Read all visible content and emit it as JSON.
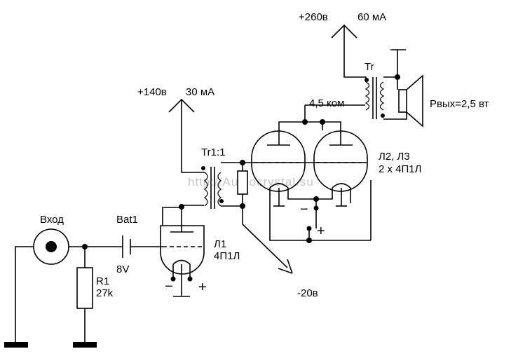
{
  "labels": {
    "supply_260": "+260в",
    "current_60": "60 мА",
    "supply_140": "+140в",
    "current_30": "30 мА",
    "tr_out": "Tr",
    "impedance": "4,5 ком",
    "power_out": "Рвых=2,5 вт",
    "tr_in": "Tr1:1",
    "tubes_l2_l3": "Л2, Л3",
    "tubes_count": "2 х 4П1Л",
    "tube_l1_name": "Л1",
    "tube_l1_type": "4П1Л",
    "input": "Вход",
    "battery_name": "Bat1",
    "battery_value": "8V",
    "resistor_name": "R1",
    "resistor_value": "27k",
    "bias": "-20в",
    "minus": "−",
    "plus": "+",
    "watermark": "http://Audiocrystal.su"
  }
}
